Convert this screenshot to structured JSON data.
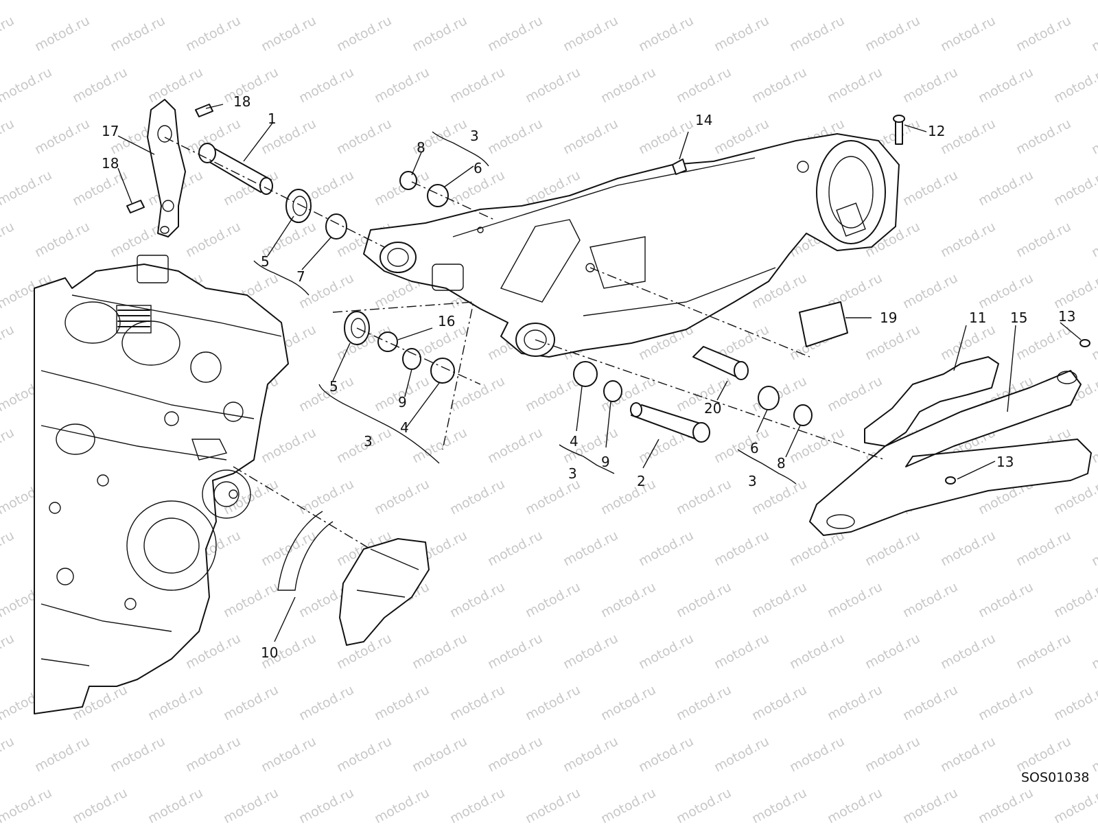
{
  "diagram": {
    "watermark_text": "motod.ru",
    "drawing_code": "SOS01038",
    "callouts": [
      "1",
      "2",
      "3",
      "4",
      "5",
      "6",
      "7",
      "8",
      "9",
      "10",
      "11",
      "12",
      "13",
      "14",
      "15",
      "16",
      "17",
      "18",
      "19",
      "20"
    ]
  }
}
